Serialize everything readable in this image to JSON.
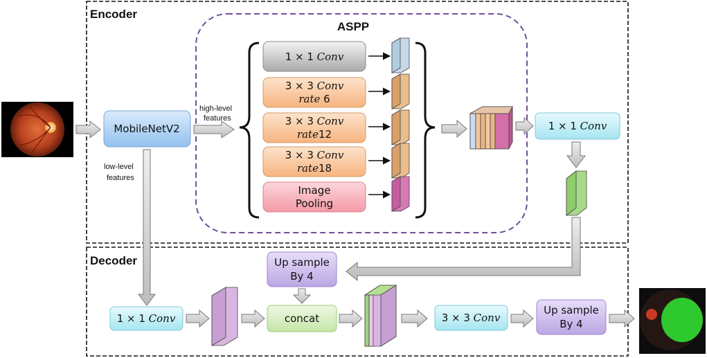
{
  "encoder": {
    "title": "Encoder"
  },
  "decoder": {
    "title": "Decoder"
  },
  "aspp": {
    "title": "ASPP",
    "branches": [
      {
        "line1": "1 × 1 ",
        "line1_italic": "Conv",
        "line2": "",
        "line2_italic": ""
      },
      {
        "line1": "3 × 3 ",
        "line1_italic": "Conv",
        "line2": " 6",
        "line2_italic": "rate"
      },
      {
        "line1": "3 × 3 ",
        "line1_italic": "Conv",
        "line2": "12",
        "line2_italic": "rate"
      },
      {
        "line1": "3 × 3 ",
        "line1_italic": "Conv",
        "line2": "18",
        "line2_italic": "rate"
      },
      {
        "line1": "Image",
        "line1_italic": "",
        "line2": "Pooling",
        "line2_italic": ""
      }
    ]
  },
  "backbone": {
    "label": "MobileNetV2"
  },
  "edges": {
    "high_level_1": "high-level",
    "high_level_2": "features",
    "low_level_1": "low-level",
    "low_level_2": "features"
  },
  "encoder_conv": {
    "text": "1 × 1 ",
    "italic": "Conv"
  },
  "decoder_blocks": {
    "low_conv": {
      "text": "1 × 1 ",
      "italic": "Conv"
    },
    "upsample_top": {
      "line1": "Up sample",
      "line2": "By 4"
    },
    "concat": {
      "label": "concat"
    },
    "conv3": {
      "text": "3 × 3 ",
      "italic": "Conv"
    },
    "upsample_out": {
      "line1": "Up sample",
      "line2": "By 4"
    }
  },
  "colors": {
    "gray_box": "#c9c9c9",
    "orange_box": "#f9c79b",
    "pink_box": "#f4a6b1",
    "blue_box": "#a8cdf2",
    "cyan_box": "#b8ecf5",
    "lavender_box": "#cbb9ea",
    "green_box": "#d6efc0",
    "aspp_border": "#6f4e9a"
  },
  "icons": {
    "input": "fundus-image-icon",
    "output": "segmentation-mask-icon"
  }
}
